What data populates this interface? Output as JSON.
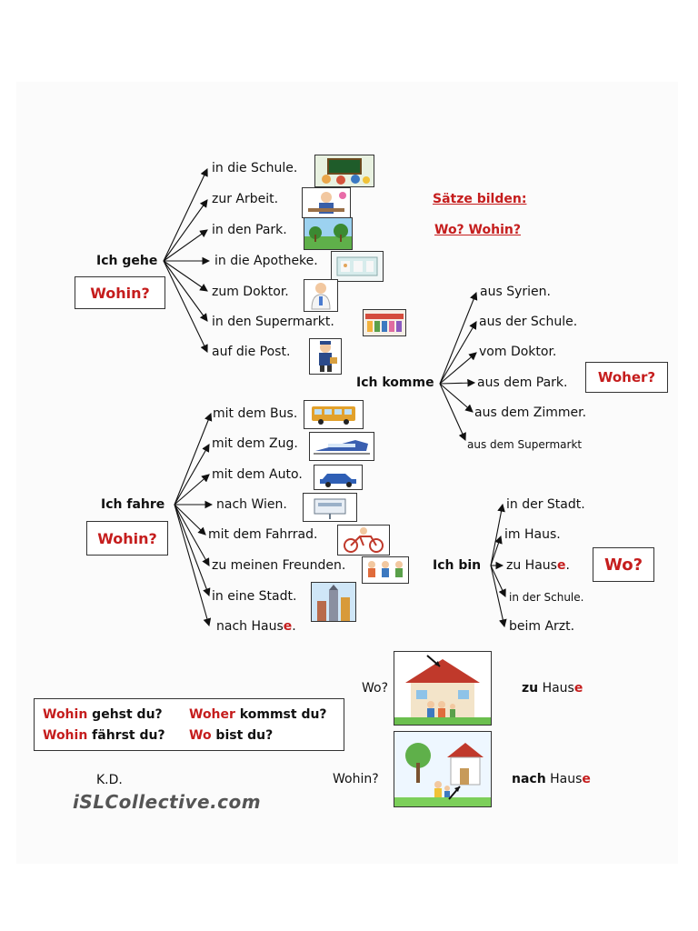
{
  "title": {
    "line1": "Sätze bilden:",
    "line2": "Wo? Wohin?"
  },
  "gehen": {
    "subject": "Ich gehe",
    "question": "Wohin?",
    "items": [
      "in die Schule.",
      "zur Arbeit.",
      "in den Park.",
      "in die Apotheke.",
      "zum Doktor.",
      "in den Supermarkt.",
      "auf die Post."
    ]
  },
  "kommen": {
    "subject": "Ich komme",
    "question": "Woher?",
    "items": [
      "aus Syrien.",
      "aus der Schule.",
      "vom Doktor.",
      "aus dem Park.",
      "aus dem Zimmer.",
      "aus dem Supermarkt"
    ]
  },
  "fahren": {
    "subject": "Ich fahre",
    "question": "Wohin?",
    "items": [
      "mit dem Bus.",
      "mit dem Zug.",
      "mit dem Auto.",
      "nach Wien.",
      "mit dem Fahrrad.",
      "zu meinen Freunden.",
      "in eine Stadt."
    ],
    "last_prefix": "nach Haus",
    "last_highlight": "e",
    "last_suffix": "."
  },
  "sein": {
    "subject": "Ich bin",
    "question": "Wo?",
    "items": [
      "in der Stadt.",
      "im Haus."
    ],
    "zuhause_prefix": "zu Haus",
    "zuhause_highlight": "e",
    "zuhause_suffix": ".",
    "items_after": [
      "in der Schule.",
      "beim Arzt."
    ]
  },
  "houses": {
    "wo_label": "Wo?",
    "wo_answer_bold": "zu",
    "wo_answer_rest": " Haus",
    "wo_answer_highlight": "e",
    "wohin_label": "Wohin?",
    "wohin_answer_bold": "nach",
    "wohin_answer_rest": " Haus",
    "wohin_answer_highlight": "e"
  },
  "questions": {
    "q1_red": "Wohin",
    "q1_rest": " gehst du?",
    "q2_red": "Woher",
    "q2_rest": " kommst du?",
    "q3_red": "Wohin",
    "q3_rest": " fährst du?",
    "q4_red": "Wo",
    "q4_rest": " bist du?"
  },
  "author": "K.D.",
  "watermark": "iSLCollective.com",
  "colors": {
    "accent_red": "#c51d1d",
    "text": "#111111",
    "border": "#333333"
  }
}
